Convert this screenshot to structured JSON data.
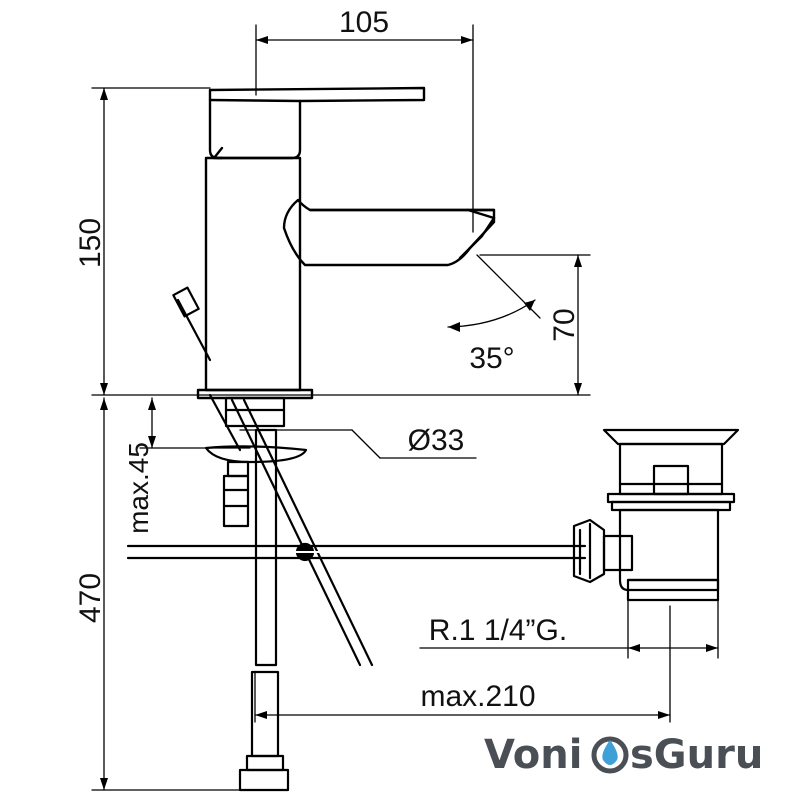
{
  "dimensions": {
    "spout_reach": "105",
    "total_height": "150",
    "spout_height": "70",
    "swivel_angle": "35°",
    "base_diameter": "Ø33",
    "max_deck_thickness": "max.45",
    "hose_length": "470",
    "thread": "R.1 1/4”G.",
    "max_rod_length": "max.210"
  },
  "watermark": {
    "part1": "Voni",
    "part2": "sGuru",
    "text_color": "#4a4f56",
    "drop_color": "#3fa0d8"
  },
  "colors": {
    "line": "#000000",
    "background": "#ffffff"
  }
}
